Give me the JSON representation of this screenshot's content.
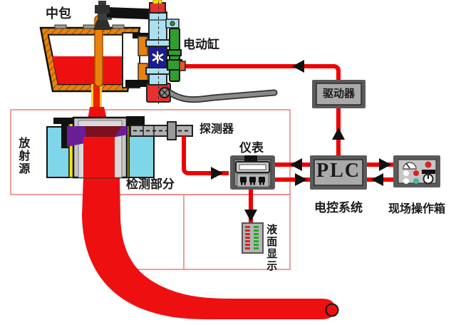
{
  "labels": {
    "tundish": "中包",
    "electric_cylinder": "电动缸",
    "driver": "驱动器",
    "radiation_source": "放射源",
    "detector": "探测器",
    "detection_section": "检测部分",
    "instrument": "仪表",
    "level_display": "液面显示",
    "plc": "PLC",
    "control_system": "电控系统",
    "field_operation_box": "现场操作箱"
  },
  "colors": {
    "signal_red": "#ee0000",
    "molten_steel_red": "#ee1010",
    "boundary_pink": "#e58080",
    "tundish_orange": "#e8820c",
    "mold_cyan": "#7fd6e8",
    "insulation_yellow": "#f2e800",
    "beam_purple": "#6a1d96",
    "overlap_maroon": "#7a1020",
    "cylinder_light_blue": "#ace0f0",
    "cylinder_navy": "#1b1b99",
    "cylinder_green": "#2f9e2f",
    "actuator_red": "#e83030",
    "box_face_gray": "#a9a9a9",
    "box_border_gray": "#5a5a5a",
    "led_red": "#dd2222",
    "led_green": "#22aa22"
  }
}
